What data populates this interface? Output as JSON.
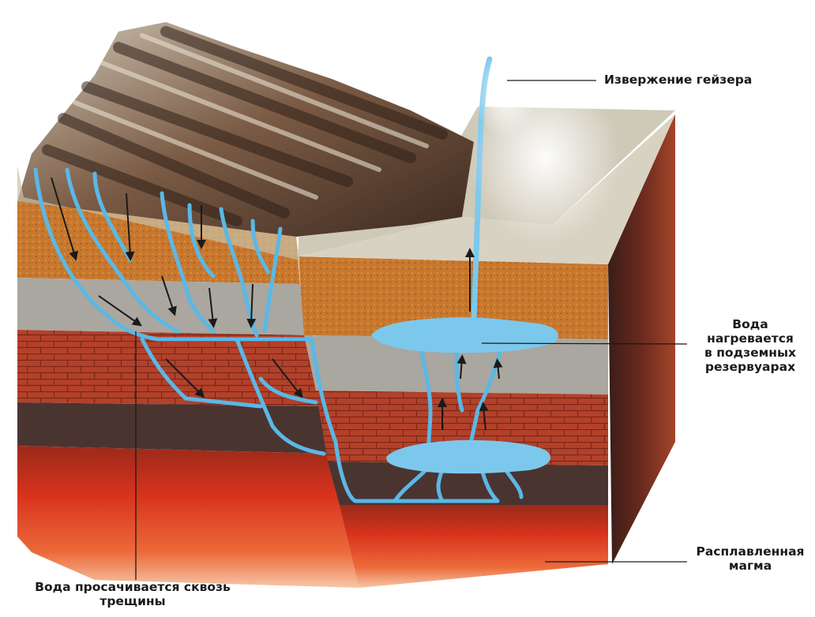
{
  "labels": {
    "eruption": {
      "lines": [
        "Извержение гейзера"
      ]
    },
    "heating": {
      "lines": [
        "Вода",
        "нагревается",
        "в подземных",
        "резервуарах"
      ]
    },
    "magma": {
      "lines": [
        "Расплавленная",
        "магма"
      ]
    },
    "seepage": {
      "lines": [
        "Вода просачивается сквозь",
        "трещины"
      ]
    }
  },
  "colors": {
    "water": "#5ab8e6",
    "water_pool": "#7cc8ec",
    "rock_orange": "#c8782e",
    "rock_gray": "#a9a7a0",
    "rock_brick": "#b3412a",
    "dark_band": "#4a3430",
    "magma": "#d8331c",
    "surface": "#d8d2c2"
  }
}
